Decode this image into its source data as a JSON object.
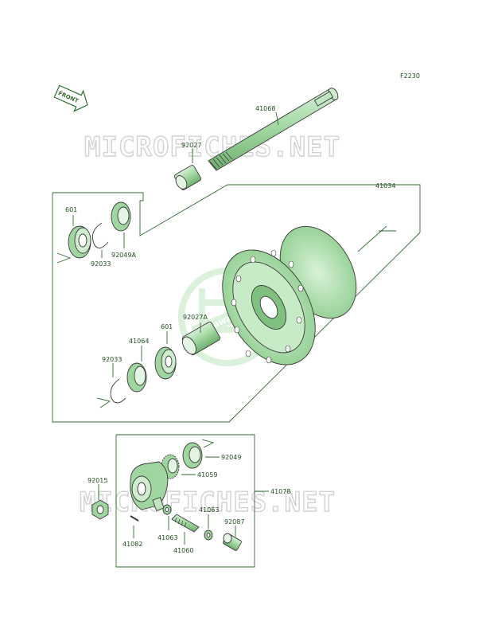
{
  "figure_code": "F2230",
  "front_arrow_label": "FRONT",
  "watermark_text": "MICROFICHES.NET",
  "logo_text": "Kawasaki",
  "labels": {
    "41068": "41068",
    "92027": "92027",
    "41034": "41034",
    "601_top": "601",
    "92033_top": "92033",
    "92049A": "92049A",
    "92027A": "92027A",
    "601_mid": "601",
    "41064": "41064",
    "92033_mid": "92033",
    "92049": "92049",
    "41059": "41059",
    "92015": "92015",
    "41078": "41078",
    "41063_a": "41063",
    "41063_b": "41063",
    "92087": "92087",
    "41082": "41082",
    "41060": "41060"
  },
  "colors": {
    "parts_green": "#a8dca8",
    "line_green": "#2f6b2f",
    "label_green": "#1f4d1f",
    "watermark_gray": "#d2d2d2"
  }
}
